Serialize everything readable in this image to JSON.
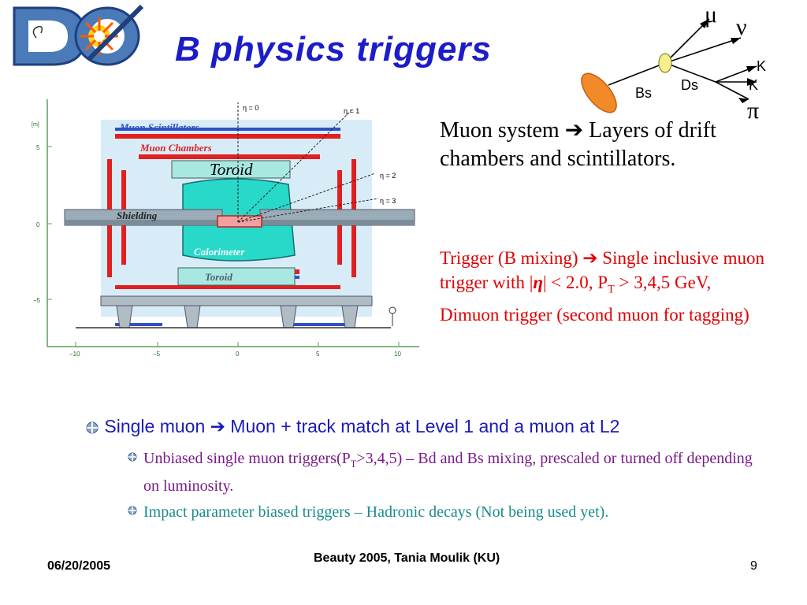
{
  "title": "B physics triggers",
  "decay": {
    "bs": "Bs",
    "ds": "Ds",
    "mu": "μ",
    "nu": "ν",
    "k1": "K",
    "k2": "K",
    "pi": "π"
  },
  "detector": {
    "muon_scintillators": "Muon Scintillators",
    "muon_chambers": "Muon Chambers",
    "toroid_top": "Toroid",
    "shielding": "Shielding",
    "calorimeter": "Calorimeter",
    "toroid_bottom": "Toroid",
    "unit": "[m]",
    "eta0": "η = 0",
    "eta1": "η = 1",
    "eta2": "η = 2",
    "eta3": "η = 3",
    "y_ticks": [
      "5",
      "0",
      "−5"
    ],
    "x_ticks": [
      "−10",
      "−5",
      "0",
      "5",
      "10"
    ]
  },
  "muon_system": {
    "pre": "Muon system ",
    "arrow": "➔",
    "post": " Layers of drift chambers and scintillators."
  },
  "trigger": {
    "l1_a": "Trigger (B mixing)  ",
    "arrow": "➔",
    "l1_b": " Single inclusive muon  trigger with |",
    "eta": "η",
    "l1_c": "| < 2.0, P",
    "sub_t": "T",
    "l1_d": " > 3,4,5 GeV,",
    "l2": "Dimuon trigger (second muon for tagging)"
  },
  "bullets": {
    "main_a": "Single muon ",
    "main_arrow": "➔",
    "main_b": " Muon + track match at Level 1 and a muon at L2",
    "sub1_a": " Unbiased single muon triggers(P",
    "sub1_t": "T",
    "sub1_b": ">3,4,5) – Bd and Bs mixing, prescaled or turned off depending on luminosity.",
    "sub2": "Impact parameter biased triggers – Hadronic decays (Not being used yet)."
  },
  "footer": {
    "date": "06/20/2005",
    "center": "Beauty 2005, Tania Moulik (KU)",
    "page": "9"
  },
  "colors": {
    "title": "#1c1cc8",
    "trigger_text": "#e00000",
    "bullet_main": "#1a1ab8",
    "bullet_sub1": "#7a1a8a",
    "bullet_sub2": "#1a8a8a"
  }
}
